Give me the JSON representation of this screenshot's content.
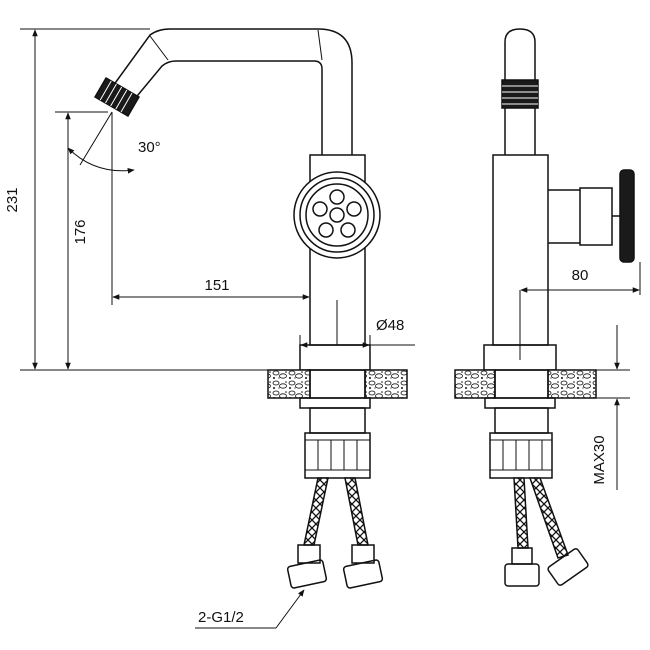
{
  "dimensions": {
    "total_height": "231",
    "spout_height": "176",
    "spout_reach": "151",
    "spout_angle": "30°",
    "body_diameter": "Ø48",
    "handle_projection": "80",
    "counter_thickness": "MAX30",
    "connection": "2-G1/2"
  },
  "colors": {
    "line": "#111111",
    "background": "#ffffff",
    "knob": "#1a1a1a"
  }
}
